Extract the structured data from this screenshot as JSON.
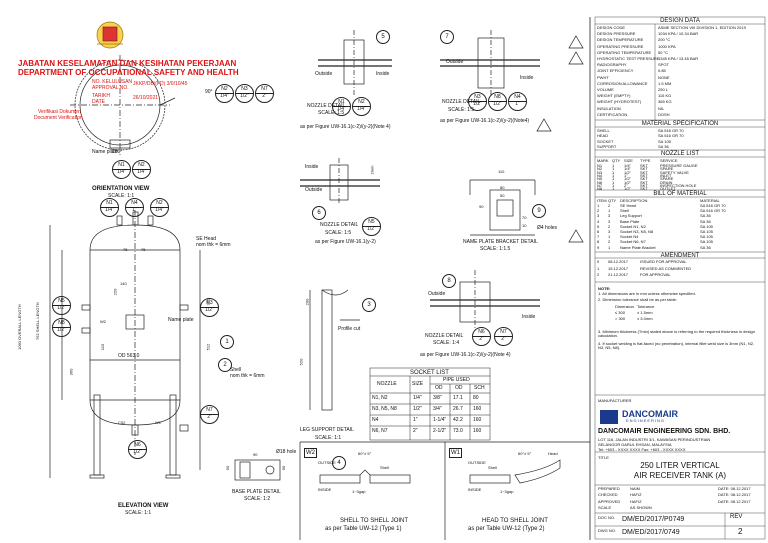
{
  "stamp": {
    "dept_ms": "JABATAN KESELAMATAN DAN KESIHATAN PEKERJAAN",
    "dept_en": "DEPARTMENT OF OCCUPATIONAL SAFETY AND HEALTH",
    "ref_label": "NO. KELULUSAN",
    "ref_label2": "APPROVAL NO.",
    "ref_value": "JKKP/DB/(FD) 3/0/10/45",
    "date_label": "TARIKH",
    "date_label2": "DATE",
    "date_value": "26/10/2021",
    "verify": "Verifikasi Dokumen",
    "verify2": "Document Verification"
  },
  "views": {
    "orientation": {
      "title": "ORIENTATION VIEW",
      "scale": "SCALE: 1:1",
      "name_plate": "Name plate",
      "angle_180": "180°",
      "angle_90": "90°"
    },
    "elevation": {
      "title": "ELEVATION VIEW",
      "scale": "SCALE: 1:1",
      "overall": "1060 OVERALL LENGTH",
      "shell_len": "762 SHELL LENGTH",
      "od": "OD 563.0",
      "name_plate": "Name plate",
      "shell_note": "Shell",
      "shell_note2": "nom thk = 6mm",
      "se_head": "SE Head",
      "se_head2": "nom thk = 6mm",
      "c52": "C52",
      "w1": "W1",
      "w2": "W2",
      "d75a": "75",
      "d75b": "75",
      "d220": "220",
      "d140": "140",
      "d115": "115",
      "d360": "360",
      "d250": "250",
      "d512": "512"
    },
    "nozzle_detail_1": {
      "title": "NOZZLE DETAIL",
      "scale": "SCALE: 1:5",
      "figure": "as per Figure UW-16.1(c-2)/(y-2)(Note 4)",
      "outside": "Outside",
      "inside": "Inside"
    },
    "nozzle_detail_2": {
      "title": "NOZZLE DETAIL",
      "scale": "SCALE: 1:5",
      "figure": "as per Figure UW-16.1(c-2)/(y-2)(Note4)",
      "outside": "Outside",
      "inside": "Inside"
    },
    "nozzle_detail_3": {
      "title": "NOZZLE DETAIL",
      "scale": "SCALE: 1:5",
      "figure": "as per Figure UW-16.1(y-2)",
      "outside": "Outside",
      "inside": "Inside",
      "d2mm": "2mm"
    },
    "nozzle_detail_4": {
      "title": "NOZZLE DETAIL",
      "scale": "SCALE: 1:4",
      "figure": "as per Figure UW-16.1(c-2)/(y-2)(Note 4)",
      "outside": "Outside",
      "inside": "Inside"
    },
    "name_plate_bracket": {
      "title": "NAME PLATE BRACKET DETAIL",
      "scale": "SCALE: 1:1.5",
      "holes": "Ø4 holes",
      "d110": "110",
      "d80": "80",
      "d90": "90",
      "d50": "50",
      "d70": "70",
      "d10": "10"
    },
    "leg_support": {
      "title": "LEG SUPPORT DETAIL",
      "scale": "SCALE: 1:1",
      "profile": "Profile cut",
      "d200": "200",
      "d520": "520"
    },
    "base_plate": {
      "title": "BASE PLATE DETAIL",
      "scale": "SCALE: 1:2",
      "holes": "Ø18 hole",
      "d90": "90",
      "d50": "50",
      "d90b": "90"
    },
    "shell_joint": {
      "title": "SHELL TO SHELL JOINT",
      "figure": "as per Table UW-12 (Type 1)",
      "tag": "W2",
      "angle": "60°± 5°",
      "outside": "OUTSIDE",
      "inside": "INSIDE",
      "shell": "Shell",
      "root": "1~3gap"
    },
    "head_joint": {
      "title": "HEAD TO SHELL JOINT",
      "figure": "as per Table UW-12 (Type 2)",
      "tag": "W1",
      "angle": "60°± 5°",
      "outside": "OUTSIDE",
      "inside": "INSIDE",
      "shell": "Shell",
      "root": "1~3gap",
      "head": "Head"
    }
  },
  "balloons": {
    "orient": [
      {
        "id": "N1",
        "size": "1/4\""
      },
      {
        "id": "N2",
        "size": "1/4\""
      },
      {
        "id": "N3",
        "size": "1/2\""
      },
      {
        "id": "N7",
        "size": "2\""
      }
    ],
    "elev_top": [
      {
        "id": "N1",
        "size": "1/4\""
      },
      {
        "id": "N4",
        "size": "1\""
      },
      {
        "id": "N2",
        "size": "1/4\""
      }
    ],
    "elev_left": [
      {
        "id": "N5",
        "size": "1/2\""
      },
      {
        "id": "N8",
        "size": "1/2\""
      }
    ],
    "elev_right": [
      {
        "id": "N3",
        "size": "1/2\""
      },
      {
        "id": "N7",
        "size": "2\""
      }
    ],
    "elev_bottom": {
      "id": "N6",
      "size": "1/2\""
    },
    "nd1": [
      {
        "id": "N1",
        "size": "1/4\""
      },
      {
        "id": "N2",
        "size": "1/4\""
      }
    ],
    "nd2": [
      {
        "id": "N3",
        "size": "1/2\""
      },
      {
        "id": "N8",
        "size": "1/2\""
      },
      {
        "id": "N4",
        "size": "1\""
      }
    ],
    "nd3": {
      "id": "N5",
      "size": "1/2\""
    },
    "nd4": [
      {
        "id": "N6",
        "size": "2\""
      },
      {
        "id": "N7",
        "size": "2\""
      }
    ],
    "numbers": [
      "1",
      "2",
      "3",
      "4",
      "5",
      "6",
      "7",
      "8",
      "9"
    ]
  },
  "socket_list": {
    "title": "SOCKET LIST",
    "pipe_used": "PIPE USED",
    "headers": [
      "NOZZLE",
      "SIZE",
      "OD",
      "OD",
      "SCH"
    ],
    "head_cols": {
      "nozzle": "NOZZLE",
      "size": "SIZE",
      "od_in": "OD",
      "od_mm": "OD",
      "sch": "SCH"
    },
    "rows": [
      [
        "N1, N2",
        "1/4\"",
        "3/8\"",
        "17.1",
        "80"
      ],
      [
        "N3, N5, N8",
        "1/2\"",
        "3/4\"",
        "26.7",
        "160"
      ],
      [
        "N4",
        "1\"",
        "1-1/4\"",
        "42.2",
        "160"
      ],
      [
        "N6, N7",
        "2\"",
        "2-1/2\"",
        "73.0",
        "160"
      ]
    ]
  },
  "design_data": {
    "title": "DESIGN DATA",
    "rows": [
      [
        "DESIGN CODE",
        "ASME SECTION VIII DIVISION 1, EDITION 2019"
      ],
      [
        "DESIGN PRESSURE",
        "1034 KPA / 10.34 BAR"
      ],
      [
        "DESIGN TEMPERATURE",
        "200 °C"
      ],
      [
        "OPERATING PRESSURE",
        "1000 KPA"
      ],
      [
        "OPERATING TEMPERATURE",
        "50 °C"
      ],
      [
        "HYDROSTATIC TEST PRESSURE",
        "1345 KPA / 13.45 BAR"
      ],
      [
        "RADIOGRAPHY",
        "SPOT"
      ],
      [
        "JOINT EFFICIENCY",
        "0.85"
      ],
      [
        "PWHT",
        "NONE"
      ],
      [
        "CORROSION ALLOWANCE",
        "1.5 MM"
      ],
      [
        "VOLUME",
        "250 L"
      ],
      [
        "WEIGHT (EMPTY)",
        "115 KG"
      ],
      [
        "WEIGHT (HYDROTEST)",
        "365 KG"
      ],
      [
        "INSULATION",
        "NIL"
      ],
      [
        "CERTIFICATION",
        "DOSH"
      ]
    ]
  },
  "material_spec": {
    "title": "MATERIAL SPECIFICATION",
    "rows": [
      [
        "SHELL",
        "SA 516 GR 70"
      ],
      [
        "HEAD",
        "SA 516 GR 70"
      ],
      [
        "SOCKET",
        "SA 105"
      ],
      [
        "SUPPORT",
        "SA 36"
      ]
    ]
  },
  "nozzle_list": {
    "title": "NOZZLE LIST",
    "headers": [
      "MARK",
      "QTY",
      "SIZE",
      "TYPE",
      "SERVICE"
    ],
    "rows": [
      [
        "N1",
        "1",
        "1/4\"",
        "SKT",
        "PRESSURE GAUGE"
      ],
      [
        "N2",
        "1",
        "1/4\"",
        "SKT",
        "SPARE"
      ],
      [
        "N3",
        "1",
        "1/2\"",
        "SKT",
        "SAFETY VALVE"
      ],
      [
        "N4",
        "1",
        "1\"",
        "SKT",
        "INLET"
      ],
      [
        "N5",
        "1",
        "1/2\"",
        "SKT",
        "SPARE"
      ],
      [
        "N6",
        "1",
        "1/2\"",
        "SKT",
        "DRAIN"
      ],
      [
        "N7",
        "1",
        "2\"",
        "SKT",
        "INSPECTION HOLE"
      ],
      [
        "N8",
        "1",
        "1/2\"",
        "SKT",
        "OUTLET"
      ]
    ]
  },
  "bill_of_material": {
    "title": "BILL OF MATERIAL",
    "headers": [
      "ITEM",
      "QTY",
      "DESCRIPTION",
      "MATERIAL"
    ],
    "rows": [
      [
        "1",
        "2",
        "SE Head",
        "SA 516 GR 70"
      ],
      [
        "2",
        "1",
        "Shell",
        "SA 516 GR 70"
      ],
      [
        "3",
        "3",
        "Leg Support",
        "SA 36"
      ],
      [
        "4",
        "3",
        "Base Plate",
        "SA 36"
      ],
      [
        "5",
        "2",
        "Socket N1, N2",
        "SA 105"
      ],
      [
        "6",
        "3",
        "Socket N3, N5, N8",
        "SA 105"
      ],
      [
        "7",
        "1",
        "Socket N4",
        "SA 105"
      ],
      [
        "8",
        "2",
        "Socket N6, N7",
        "SA 105"
      ],
      [
        "9",
        "1",
        "Name Plate Bracket",
        "SA 36"
      ]
    ]
  },
  "amendment": {
    "title": "AMENDMENT",
    "rows": [
      [
        "0",
        "08.12.2017",
        "ISSUED FOR APPROVAL"
      ],
      [
        "1",
        "15.12.2017",
        "REVISED AS COMMENTED"
      ],
      [
        "2",
        "21.12.2017",
        "FOR APPROVAL"
      ]
    ]
  },
  "notes": {
    "title": "NOTE:",
    "items": [
      "1. All dimensions are in mm unless otherwise specified.",
      "2. Dimension tolerance shall be as per table:",
      "3. Minimum thickness (Tmin) stated above is referring to the required thickness in design calculation.",
      "4. If socket welding is flat-faced (no penetration), internal fillet weld size is 3mm (N1, N2, N3, N5, N8)."
    ],
    "tolerance": [
      [
        "Dimension",
        "Tolerance"
      ],
      [
        "≤ 300",
        "± 1.5mm"
      ],
      [
        "> 300",
        "± 3.0mm"
      ]
    ]
  },
  "manufacturer": {
    "label": "MANUFACTURER",
    "logo": "DANCOMAIR",
    "logo_sub": "ENGINEERING",
    "company": "DANCOMAIR ENGINEERING SDN. BHD.",
    "address": "LOT 116, JALAN INDUSTRI 3/1, KAWASAN PERINDUSTRIAN",
    "address2": "SELANGOR DARUL EHSAN, MALAYSIA",
    "contact": "Tel: +603 - XXXX XXXX   Fax: +603 - XXXX XXXX"
  },
  "title_block": {
    "title_label": "TITLE",
    "title1": "250 LITER VERTICAL",
    "title2": "AIR RECEIVER TANK (A)",
    "rows": [
      [
        "PREPARED",
        "NAIM",
        "DATE: 08.12.2017"
      ],
      [
        "CHECKED",
        "HAFIZ",
        "DATE: 08.12.2017"
      ],
      [
        "APPROVED",
        "HAFIZ",
        "DATE: 08.12.2017"
      ],
      [
        "SCALE",
        "AS SHOWN",
        ""
      ]
    ],
    "doc_label": "DOC NO.",
    "doc_no": "DM/ED/2017/P0749",
    "rev_label": "REV",
    "rev": "2",
    "dwg_label": "DWG NO.",
    "dwg_no": "DM/ED/2017/0749"
  },
  "colors": {
    "line": "#222222",
    "stamp": "#dd1111",
    "logo": "#1b3a8c"
  }
}
